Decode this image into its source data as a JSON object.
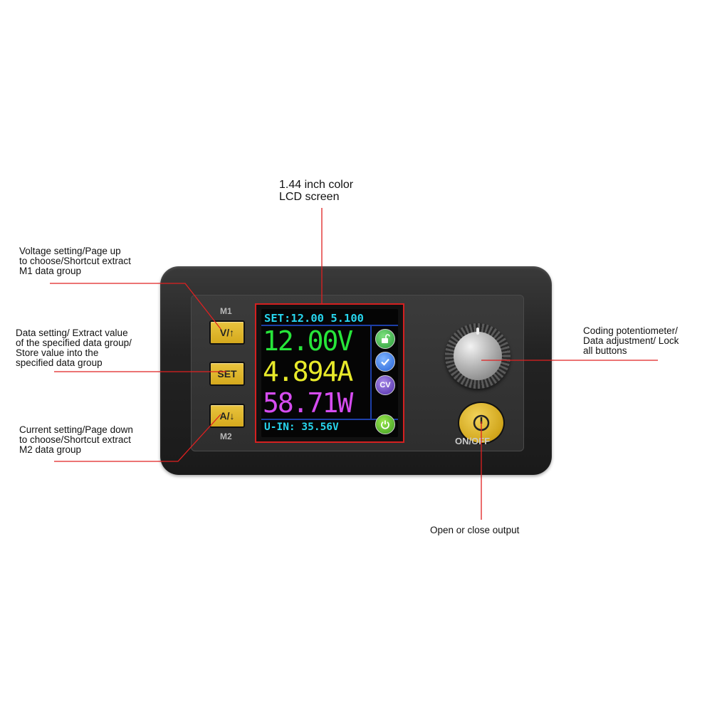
{
  "callouts": {
    "lcd": [
      "1.44 inch color",
      "LCD screen"
    ],
    "vup": [
      "Voltage setting/Page up",
      "to choose/Shortcut extract",
      "M1 data group"
    ],
    "set": [
      "Data setting/ Extract value",
      "of the specified data group/",
      "Store value into the",
      "specified data group"
    ],
    "adown": [
      "Current setting/Page down",
      "to choose/Shortcut extract",
      "M2 data group"
    ],
    "knob": [
      "Coding potentiometer/",
      "Data adjustment/ Lock",
      "all buttons"
    ],
    "onoff": [
      "Open or close output"
    ]
  },
  "device": {
    "m1_label": "M1",
    "m2_label": "M2",
    "key_vup": "V/↑",
    "key_set": "SET",
    "key_adown": "A/↓",
    "onoff_label": "ON/OFF"
  },
  "lcd": {
    "set_line": "SET:12.00 5.100",
    "voltage": "12.00V",
    "current": "4.894A",
    "power": "58.71W",
    "input_line": "U-IN: 35.56V",
    "cv_badge": "CV"
  },
  "colors": {
    "callout_line": "#e02020",
    "key_yellow": "#d5a91d",
    "lcd_cyan": "#27d6ee",
    "lcd_green": "#27e53a",
    "lcd_yellow": "#e8ea2a",
    "lcd_magenta": "#d64cf0"
  },
  "icons": [
    "lock-open-icon",
    "check-icon",
    "cv-icon",
    "power-icon",
    "knob-icon"
  ]
}
